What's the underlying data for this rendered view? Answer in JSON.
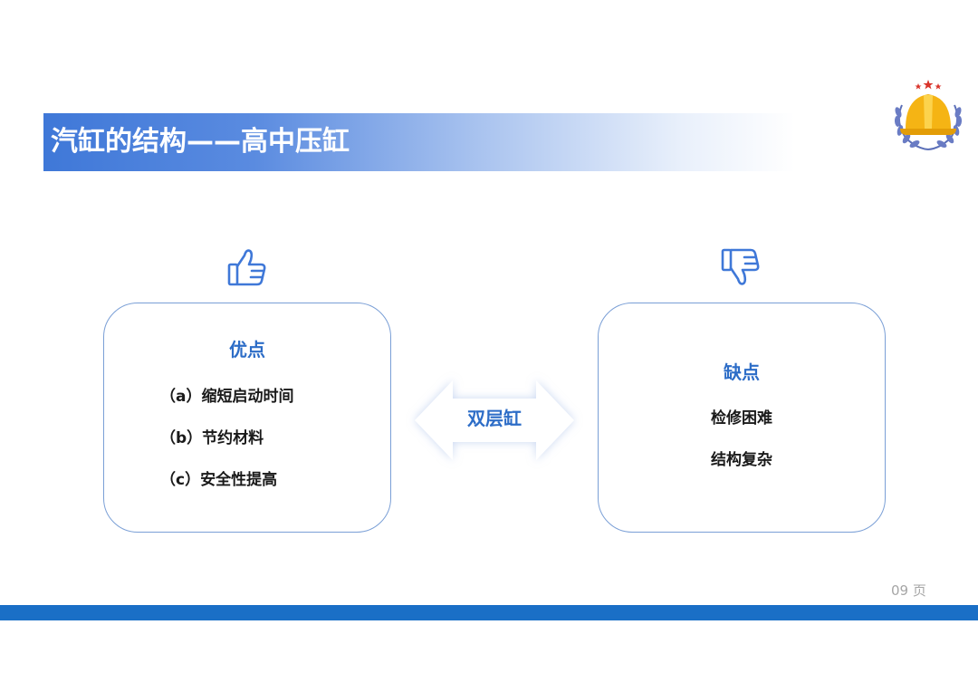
{
  "slide": {
    "title": "汽缸的结构——高中压缸",
    "page_number": "09 页"
  },
  "pros": {
    "heading": "优点",
    "items": [
      "（a）缩短启动时间",
      "（b）节约材料",
      "（c）安全性提高"
    ]
  },
  "cons": {
    "heading": "缺点",
    "items": [
      "检修困难",
      "结构复杂"
    ]
  },
  "center": {
    "label": "双层缸"
  },
  "colors": {
    "accent": "#2d6dc7",
    "title_gradient_start": "#3f78d8",
    "card_border": "#7a9fd6",
    "bottom_bar": "#1a6fc6",
    "page_number": "#a6a6a6"
  },
  "icons": {
    "logo": "safety-helmet-laurel-logo",
    "pros": "thumbs-up-icon",
    "cons": "thumbs-down-icon",
    "center": "double-arrow-icon"
  }
}
